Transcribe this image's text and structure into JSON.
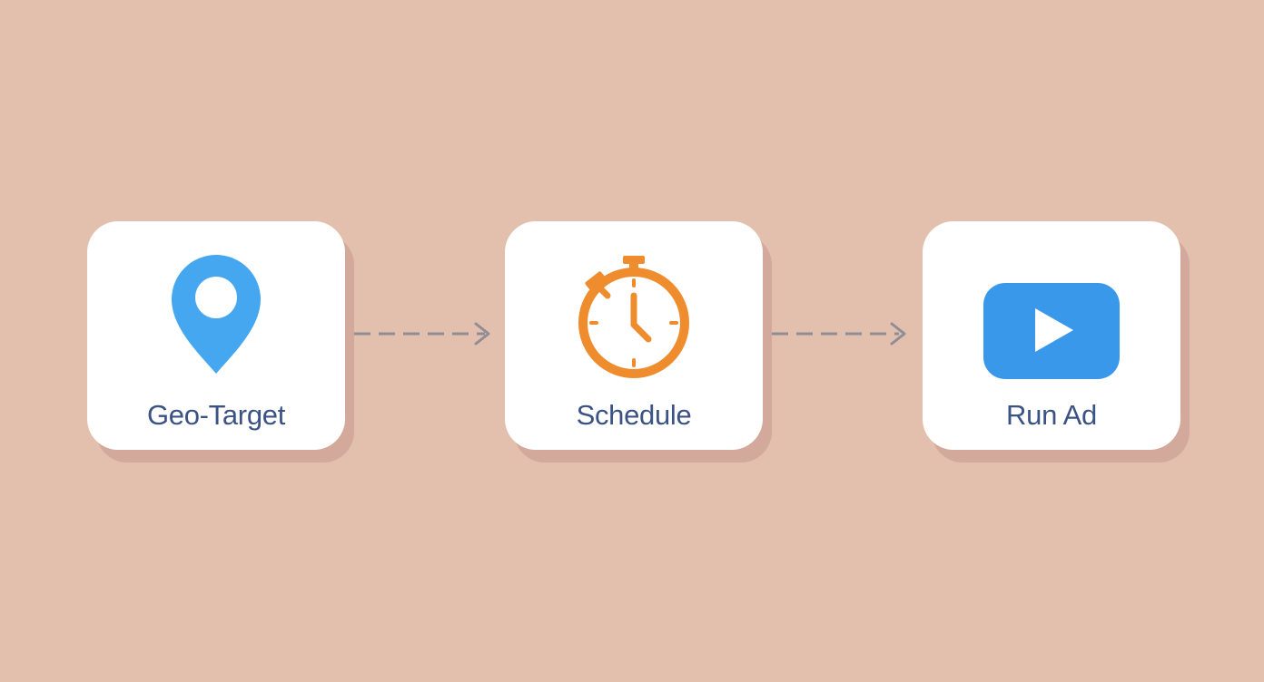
{
  "steps": [
    {
      "label": "Geo-Target",
      "icon": "map-pin-icon",
      "color": "#45a7ef"
    },
    {
      "label": "Schedule",
      "icon": "stopwatch-icon",
      "color": "#ef8c2e"
    },
    {
      "label": "Run Ad",
      "icon": "video-play-icon",
      "color": "#3a98ea"
    }
  ],
  "colors": {
    "background": "#e3bfae",
    "card": "#ffffff",
    "card_shadow": "#d2a99a",
    "label": "#3b5285",
    "connector": "#8e8e94"
  }
}
